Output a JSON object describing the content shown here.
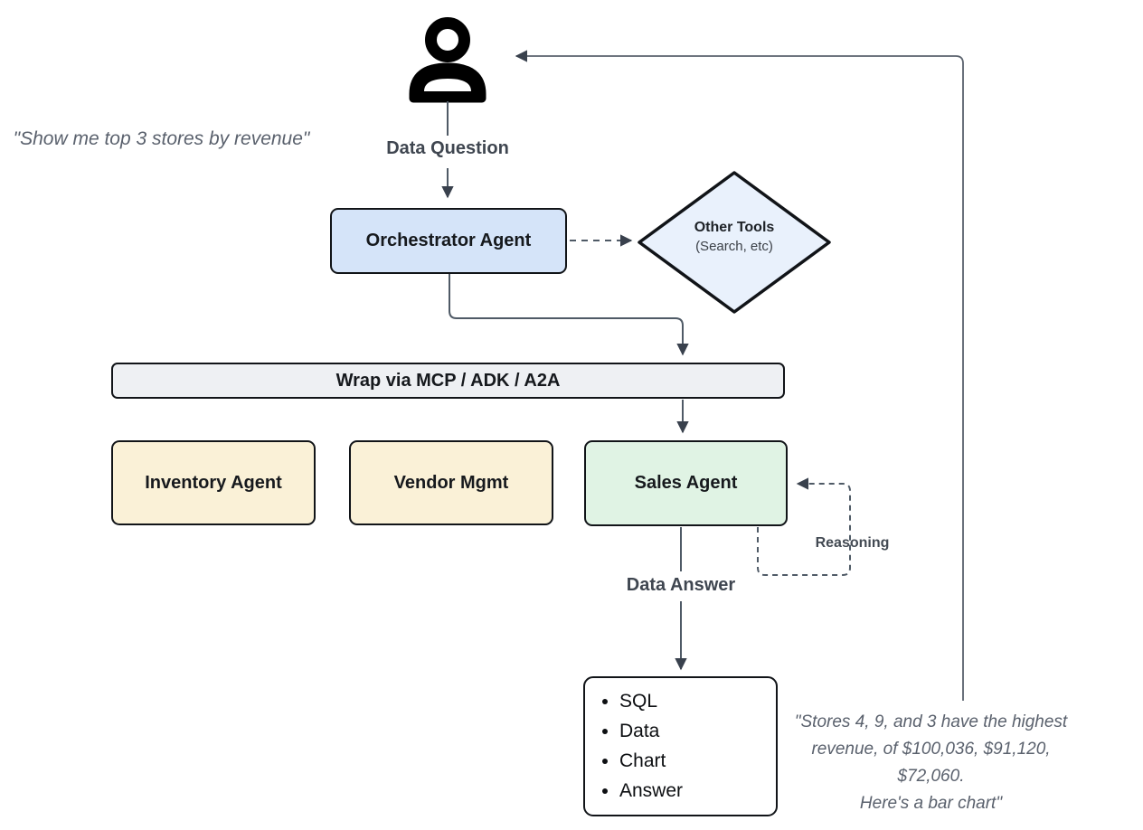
{
  "diagram": {
    "user_quote": "\"Show me top 3 stores by revenue\"",
    "labels": {
      "data_question": "Data Question",
      "data_answer": "Data Answer",
      "reasoning": "Reasoning"
    },
    "nodes": {
      "orchestrator": {
        "label": "Orchestrator Agent",
        "fill": "#d5e4f9"
      },
      "other_tools": {
        "title": "Other Tools",
        "subtitle": "(Search, etc)",
        "fill": "#e9f1fc"
      },
      "wrap_bar": {
        "label": "Wrap via MCP / ADK / A2A",
        "fill": "#eef0f3"
      },
      "inventory": {
        "label": "Inventory Agent",
        "fill": "#faf1d7"
      },
      "vendor": {
        "label": "Vendor Mgmt",
        "fill": "#faf1d7"
      },
      "sales": {
        "label": "Sales Agent",
        "fill": "#e0f3e4"
      },
      "output": {
        "items": [
          "SQL",
          "Data",
          "Chart",
          "Answer"
        ]
      }
    },
    "answer_quote_lines": {
      "line1": "\"Stores 4, 9, and 3 have the highest",
      "line2": "revenue, of $100,036, $91,120, $72,060.",
      "line3": "Here's a bar chart\""
    },
    "colors": {
      "connector": "#4f5a66",
      "arrowhead": "#39414d",
      "node_border": "#111418",
      "quote_text": "#5a616d"
    }
  }
}
